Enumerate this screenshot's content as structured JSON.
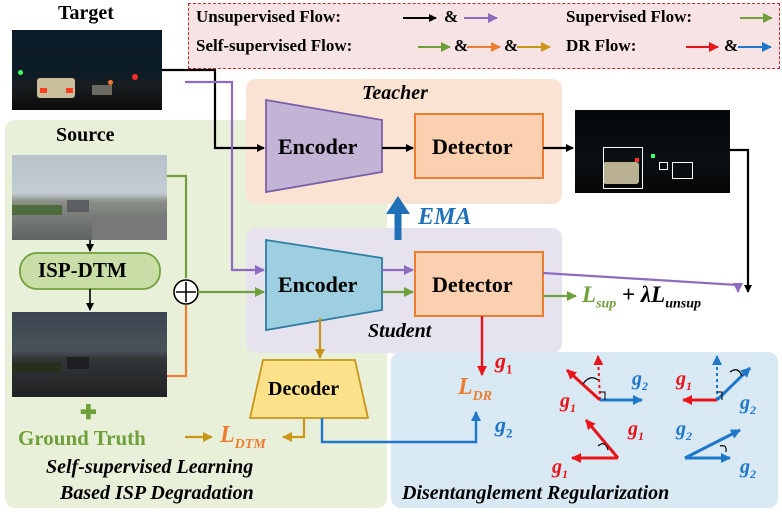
{
  "legend": {
    "unsupervised": "Unsupervised Flow:",
    "supervised": "Supervised Flow:",
    "self_supervised": "Self-supervised Flow:",
    "dr": "DR Flow:",
    "amp": "&"
  },
  "labels": {
    "target": "Target",
    "source": "Source",
    "teacher": "Teacher",
    "student": "Student",
    "encoder": "Encoder",
    "detector": "Detector",
    "decoder": "Decoder",
    "ema": "EMA",
    "isp_dtm": "ISP-DTM",
    "plus": "✚",
    "ground_truth": "Ground Truth",
    "ssl_line1": "Self-supervised Learning",
    "ssl_line2": "Based ISP Degradation",
    "disentanglement": "Disentanglement Regularization"
  },
  "losses": {
    "sup_L": "L",
    "sup_sub": "sup",
    "plus": "+",
    "lambda": "λ",
    "unsup_L": "L",
    "unsup_sub": "unsup",
    "dtm_L": "L",
    "dtm_sub": "DTM",
    "dr_L": "L",
    "dr_sub": "DR"
  },
  "g": {
    "g": "g",
    "one": "1",
    "two": "2"
  },
  "colors": {
    "black": "#000000",
    "purple": "#8e6bbf",
    "green": "#70a03c",
    "orange": "#ed7d31",
    "gold": "#c9961a",
    "red": "#e8141a",
    "blue": "#1f77c9",
    "ema_blue": "#1f70b8"
  }
}
